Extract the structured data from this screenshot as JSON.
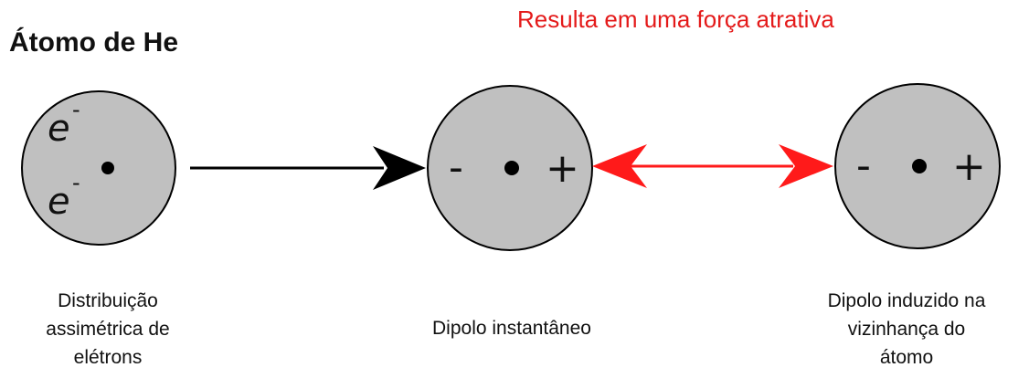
{
  "title": "Átomo de He",
  "headline": "Resulta em uma força atrativa",
  "atoms": [
    {
      "electron_labels": [
        "e",
        "e"
      ],
      "electron_charge": "-",
      "caption": [
        "Distribuição",
        "assimétrica de",
        "elétrons"
      ]
    },
    {
      "negative_sign": "-",
      "positive_sign": "+",
      "caption": [
        "Dipolo instantâneo"
      ]
    },
    {
      "negative_sign": "-",
      "positive_sign": "+",
      "caption": [
        "Dipolo induzido na",
        "vizinhança do",
        "átomo"
      ]
    }
  ],
  "colors": {
    "atom_fill": "#c0c0c0",
    "atom_stroke": "#000000",
    "induction_arrow": "#000000",
    "attraction_arrow": "#ff1a1a",
    "headline": "#e41a1a"
  }
}
